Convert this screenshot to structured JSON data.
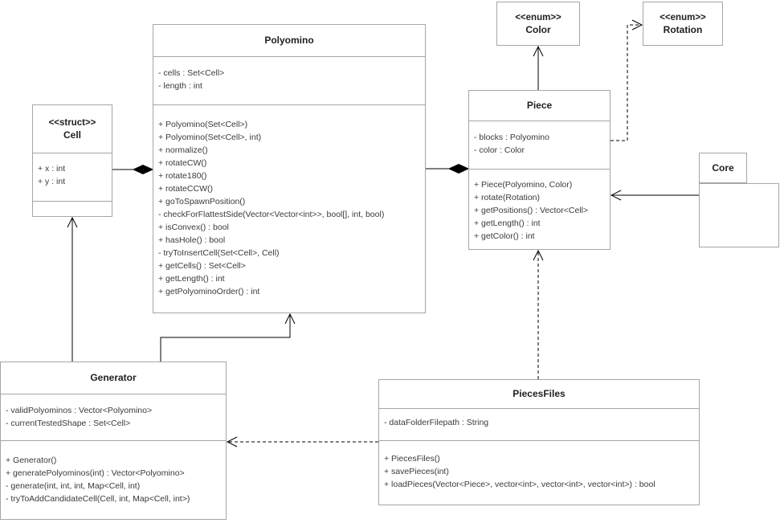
{
  "colors": {
    "box_border": "#a6a6a6",
    "connector": "#000000",
    "title_text": "#1f1f1f",
    "member_text": "#3a3a3a",
    "background": "#ffffff"
  },
  "classes": {
    "polyomino": {
      "name": "Polyomino",
      "attributes": [
        "- cells : Set<Cell>",
        "- length : int"
      ],
      "methods": [
        "+ Polyomino(Set<Cell>)",
        "+ Polyomino(Set<Cell>, int)",
        "+ normalize()",
        "+ rotateCW()",
        "+ rotate180()",
        "+ rotateCCW()",
        "+ goToSpawnPosition()",
        "- checkForFlattestSide(Vector<Vector<int>>, bool[], int, bool)",
        "+ isConvex() : bool",
        "+ hasHole() : bool",
        "- tryToInsertCell(Set<Cell>, Cell)",
        "+ getCells() : Set<Cell>",
        "+ getLength() : int",
        "+ getPolyominoOrder() : int"
      ]
    },
    "cell": {
      "stereotype": "<<struct>>",
      "name": "Cell",
      "attributes": [
        "+ x : int",
        "+ y : int"
      ],
      "methods": []
    },
    "color_enum": {
      "stereotype": "<<enum>>",
      "name": "Color"
    },
    "rotation_enum": {
      "stereotype": "<<enum>>",
      "name": "Rotation"
    },
    "piece": {
      "name": "Piece",
      "attributes": [
        "- blocks : Polyomino",
        "- color : Color"
      ],
      "methods": [
        "+ Piece(Polyomino, Color)",
        "+ rotate(Rotation)",
        "+ getPositions() : Vector<Cell>",
        "+ getLength() : int",
        "+ getColor() : int"
      ]
    },
    "core": {
      "name": "Core"
    },
    "generator": {
      "name": "Generator",
      "attributes": [
        "- validPolyominos : Vector<Polyomino>",
        "- currentTestedShape : Set<Cell>"
      ],
      "methods": [
        "+ Generator()",
        "+ generatePolyominos(int) : Vector<Polyomino>",
        "- generate(int, int, int, Map<Cell, int)",
        "- tryToAddCandidateCell(Cell, int, Map<Cell, int>)"
      ]
    },
    "piecesfiles": {
      "name": "PiecesFiles",
      "attributes": [
        "- dataFolderFilepath : String"
      ],
      "methods": [
        "+ PiecesFiles()",
        "+ savePieces(int)",
        "+ loadPieces(Vector<Piece>, vector<int>, vector<int>, vector<int>) : bool"
      ]
    }
  },
  "relationships": [
    {
      "from": "Cell",
      "to": "Polyomino",
      "type": "composition"
    },
    {
      "from": "Polyomino",
      "to": "Piece",
      "type": "composition"
    },
    {
      "from": "Piece",
      "to": "Color",
      "type": "association-arrow"
    },
    {
      "from": "Piece",
      "to": "Rotation",
      "type": "dashed-dependency"
    },
    {
      "from": "Core",
      "to": "Piece",
      "type": "association-arrow"
    },
    {
      "from": "Generator",
      "to": "Cell",
      "type": "association-arrow"
    },
    {
      "from": "Generator",
      "to": "Polyomino",
      "type": "association-arrow"
    },
    {
      "from": "PiecesFiles",
      "to": "Generator",
      "type": "dashed-dependency"
    },
    {
      "from": "PiecesFiles",
      "to": "Piece",
      "type": "dashed-dependency"
    }
  ]
}
